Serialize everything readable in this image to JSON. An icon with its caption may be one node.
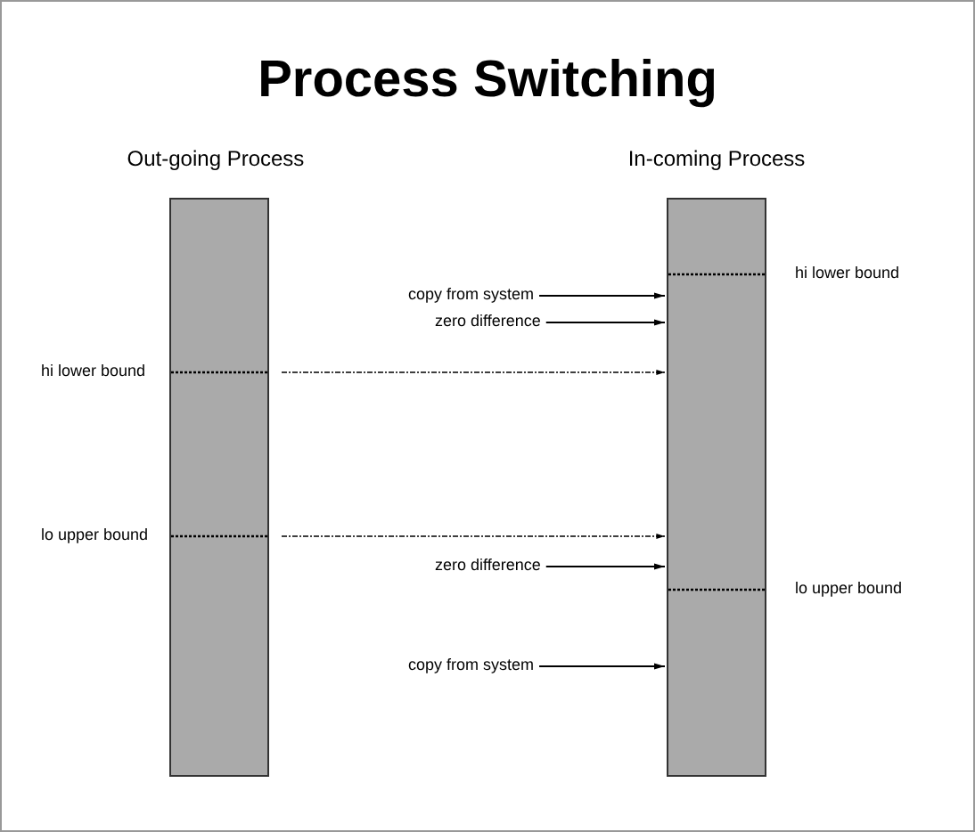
{
  "diagram": {
    "title": "Process Switching",
    "nodes": [
      {
        "text": [
          "Out-going Process"
        ]
      },
      {
        "text": [
          "In-coming Process"
        ]
      },
      {
        "text": [
          "copy from system"
        ]
      },
      {
        "text": [
          "zero difference"
        ]
      },
      {
        "text": [
          "zero difference"
        ]
      },
      {
        "text": [
          "copy from system"
        ]
      }
    ],
    "edges": [
      {
        "from": 2,
        "to": 1,
        "arrow": "to"
      },
      {
        "from": 3,
        "to": 1,
        "arrow": "to"
      },
      {
        "from": 0,
        "to": 1,
        "arrow": "to",
        "style": "dashed"
      },
      {
        "from": 0,
        "to": 1,
        "arrow": "to",
        "style": "dashed"
      },
      {
        "from": 4,
        "to": 1,
        "arrow": "to"
      },
      {
        "from": 5,
        "to": 1,
        "arrow": "to"
      }
    ],
    "labels": [
      "hi lower bound",
      "hi lower bound",
      "lo upper bound",
      "lo upper bound"
    ]
  }
}
